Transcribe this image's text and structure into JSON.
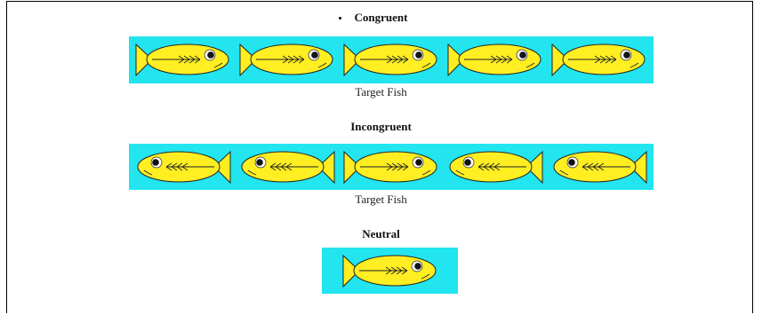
{
  "colors": {
    "strip_background": "#22e5f0",
    "fish_body": "#ffee22",
    "fish_outline": "#222222",
    "fish_eye": "#111111"
  },
  "congruent": {
    "title": "Congruent",
    "caption": "Target Fish",
    "fish_directions": [
      "right",
      "right",
      "right",
      "right",
      "right"
    ]
  },
  "incongruent": {
    "title": "Incongruent",
    "caption": "Target Fish",
    "fish_directions": [
      "left",
      "left",
      "right",
      "left",
      "left"
    ]
  },
  "neutral": {
    "title": "Neutral",
    "fish_directions": [
      "right"
    ]
  }
}
